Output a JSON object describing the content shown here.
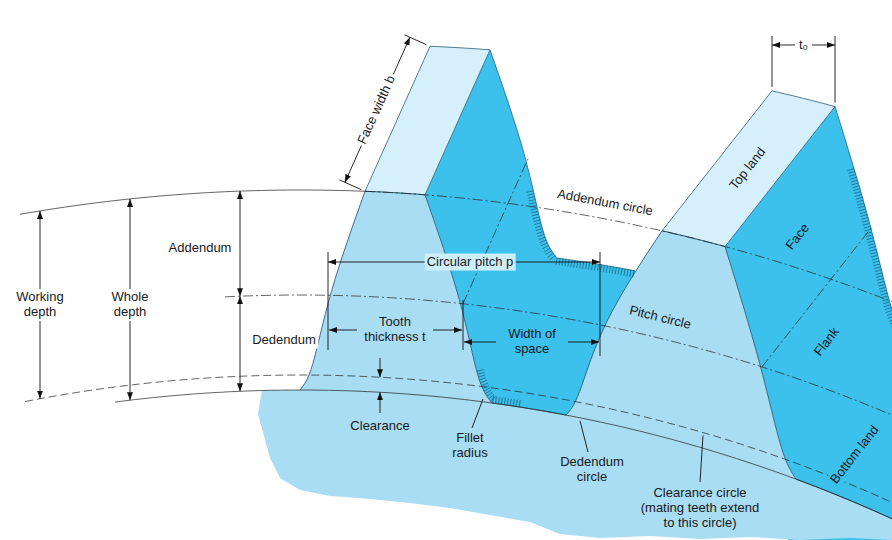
{
  "diagram": {
    "labels": [
      "Face width b",
      "t₀",
      "Top land",
      "Face",
      "Flank",
      "Bottom land",
      "Addendum circle",
      "Addendum",
      "Circular pitch p",
      "Pitch circle",
      "Working depth",
      "Whole depth",
      "Dedendum",
      "Tooth thickness t",
      "Width of space",
      "Clearance",
      "Fillet radius",
      "Dedendum circle",
      "Clearance circle (mating teeth extend to this circle)"
    ]
  }
}
